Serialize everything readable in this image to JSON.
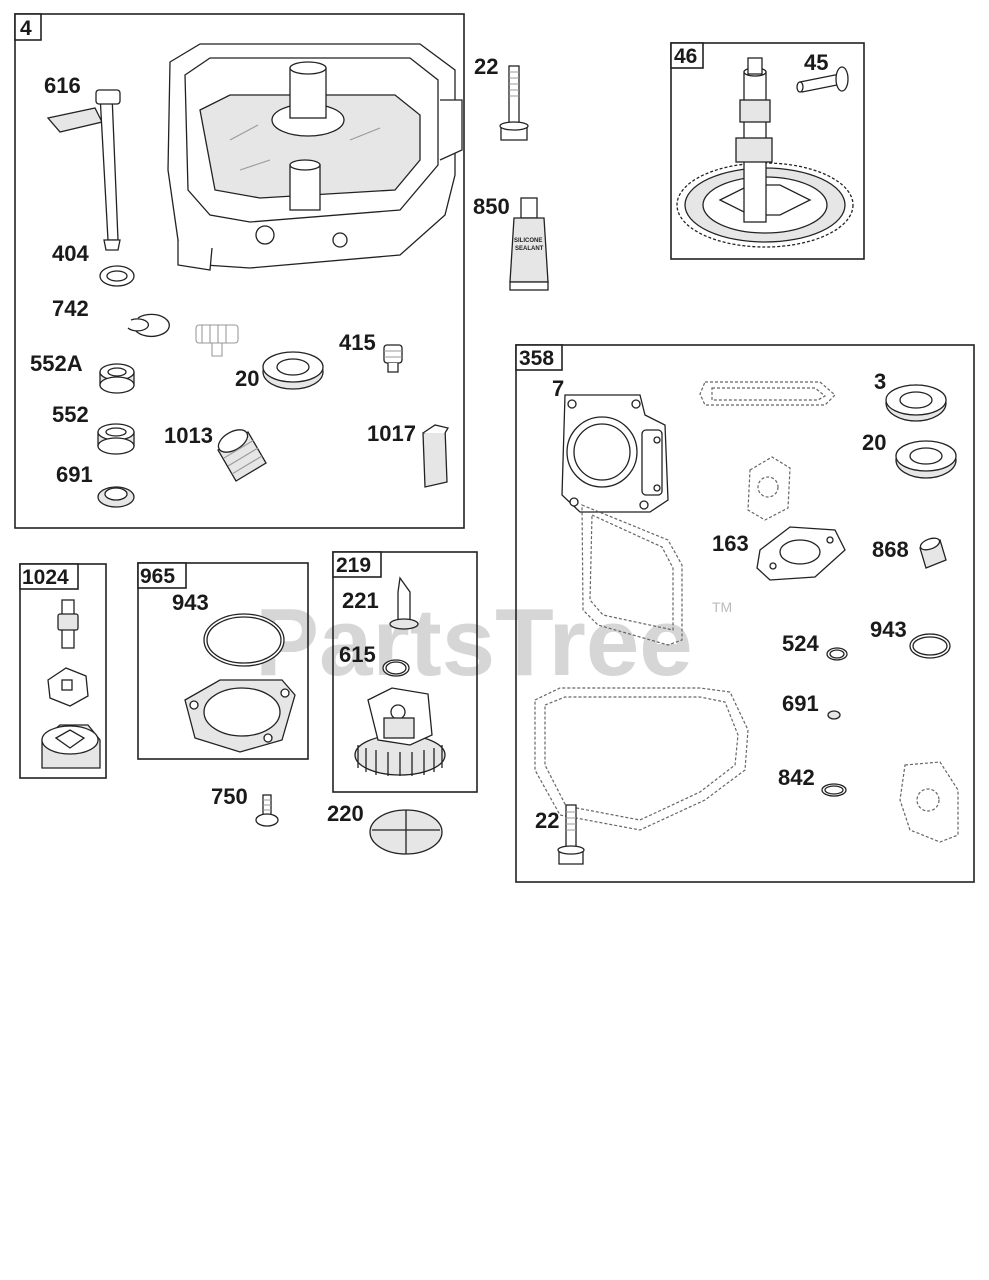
{
  "watermark": {
    "text": "PartsTree",
    "tm": "TM"
  },
  "groups": [
    {
      "id": "4"
    },
    {
      "id": "46"
    },
    {
      "id": "358"
    },
    {
      "id": "1024"
    },
    {
      "id": "965"
    },
    {
      "id": "219"
    }
  ],
  "callouts": {
    "p616": "616",
    "p404": "404",
    "p742": "742",
    "p552a": "552A",
    "p552": "552",
    "p691a": "691",
    "p20a": "20",
    "p415": "415",
    "p1013": "1013",
    "p1017": "1017",
    "p22a": "22",
    "p850": "850",
    "p45": "45",
    "p7": "7",
    "p3": "3",
    "p20b": "20",
    "p163": "163",
    "p868": "868",
    "p524": "524",
    "p943b": "943",
    "p691b": "691",
    "p842": "842",
    "p22b": "22",
    "p943a": "943",
    "p750": "750",
    "p221": "221",
    "p615": "615",
    "p220": "220"
  },
  "tube_label": {
    "line1": "SILICONE",
    "line2": "SEALANT"
  }
}
